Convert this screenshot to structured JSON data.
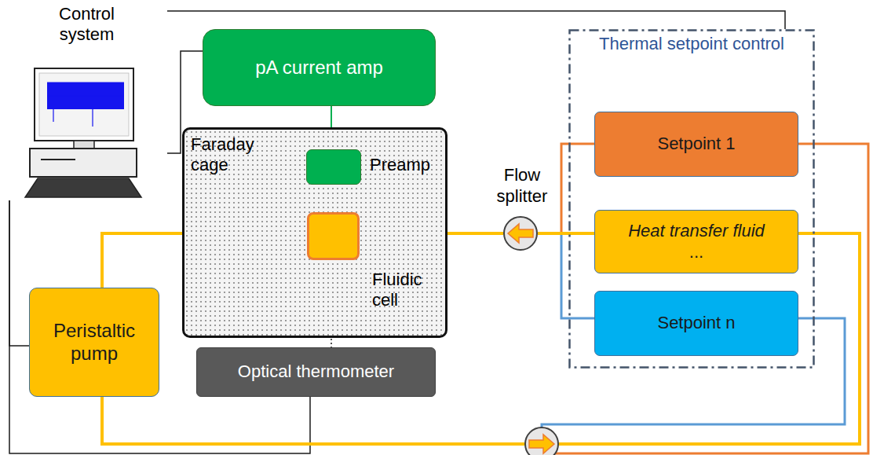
{
  "diagram": {
    "nodes": [
      {
        "text": [
          "Control system"
        ]
      },
      {
        "text": [
          "pA current amp"
        ]
      },
      {
        "text": [
          "Faraday cage"
        ]
      },
      {
        "text": [
          "Preamp"
        ],
        "in": 2
      },
      {
        "text": [
          "Fluidic cell"
        ],
        "in": 2
      },
      {
        "text": [
          "Thermal setpoint control"
        ]
      },
      {
        "text": [
          "Setpoint 1"
        ],
        "in": 5
      },
      {
        "text": [
          "Heat transfer fluid",
          "..."
        ],
        "in": 5
      },
      {
        "text": [
          "Setpoint n"
        ],
        "in": 5
      },
      {
        "text": [
          "Peristaltic pump"
        ]
      },
      {
        "text": [
          "Optical thermometer"
        ]
      },
      {
        "text": [
          "Flow splitter"
        ]
      }
    ],
    "edges": [
      {
        "from": 0,
        "to": 1,
        "arrow": "none"
      },
      {
        "from": 0,
        "to": 5,
        "arrow": "none"
      },
      {
        "from": 0,
        "to": 9,
        "arrow": "none"
      },
      {
        "from": 0,
        "to": 10,
        "arrow": "none"
      },
      {
        "from": 1,
        "to": 3,
        "arrow": "none"
      },
      {
        "from": 3,
        "to": 4,
        "arrow": "none"
      },
      {
        "from": 4,
        "to": 10,
        "arrow": "none"
      },
      {
        "from": 9,
        "to": 4,
        "arrow": "none"
      },
      {
        "from": 4,
        "to": 11,
        "arrow": "none"
      },
      {
        "from": 11,
        "to": 7,
        "arrow": "none"
      },
      {
        "from": 6,
        "to": 11,
        "arrow": "none"
      },
      {
        "from": 8,
        "to": 11,
        "arrow": "none"
      },
      {
        "from": 9,
        "to": 7,
        "arrow": "none"
      },
      {
        "from": 9,
        "to": 6,
        "arrow": "none"
      },
      {
        "from": 9,
        "to": 8,
        "arrow": "none"
      }
    ]
  }
}
